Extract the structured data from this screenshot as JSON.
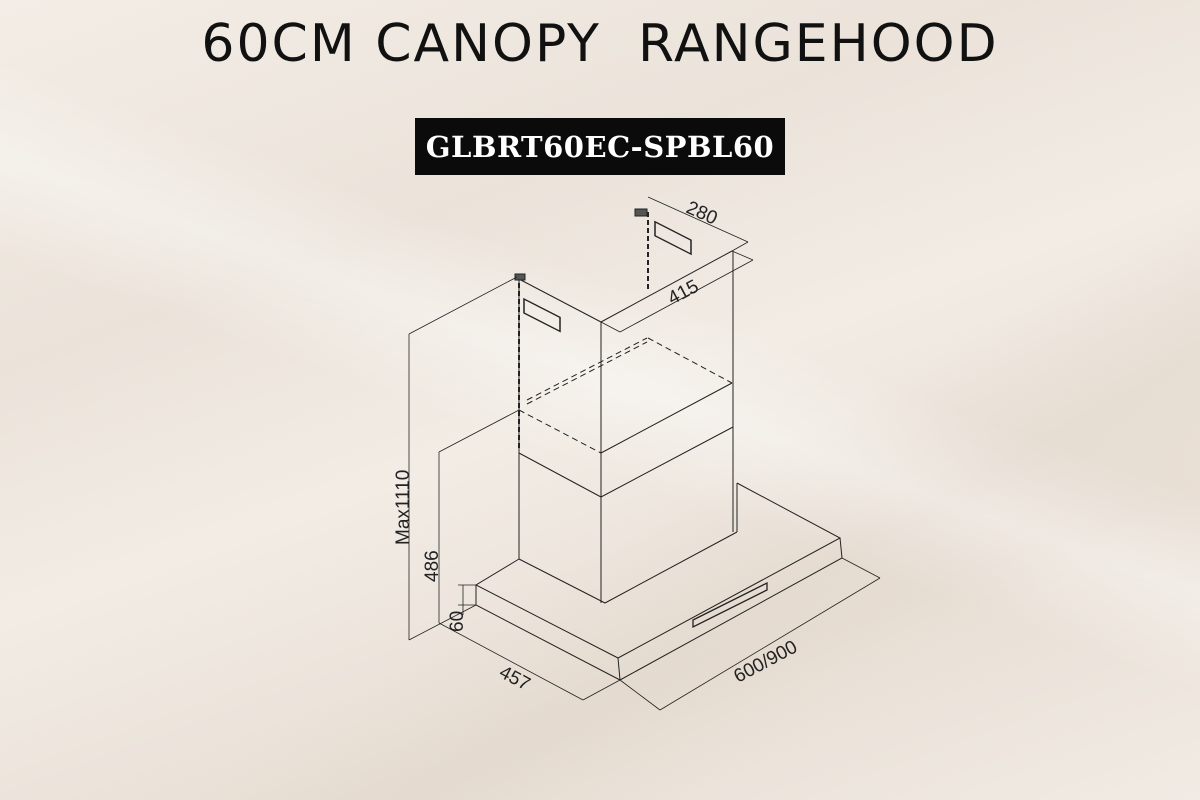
{
  "title": "60CM CANOPY  RANGEHOOD",
  "model": "GLBRT60EC-SPBL60",
  "dimensions": {
    "depth_top": "280",
    "chimney_width": "415",
    "max_height": "Max1110",
    "body_height": "486",
    "canopy_thickness": "60",
    "canopy_depth": "457",
    "width": "600/900"
  }
}
